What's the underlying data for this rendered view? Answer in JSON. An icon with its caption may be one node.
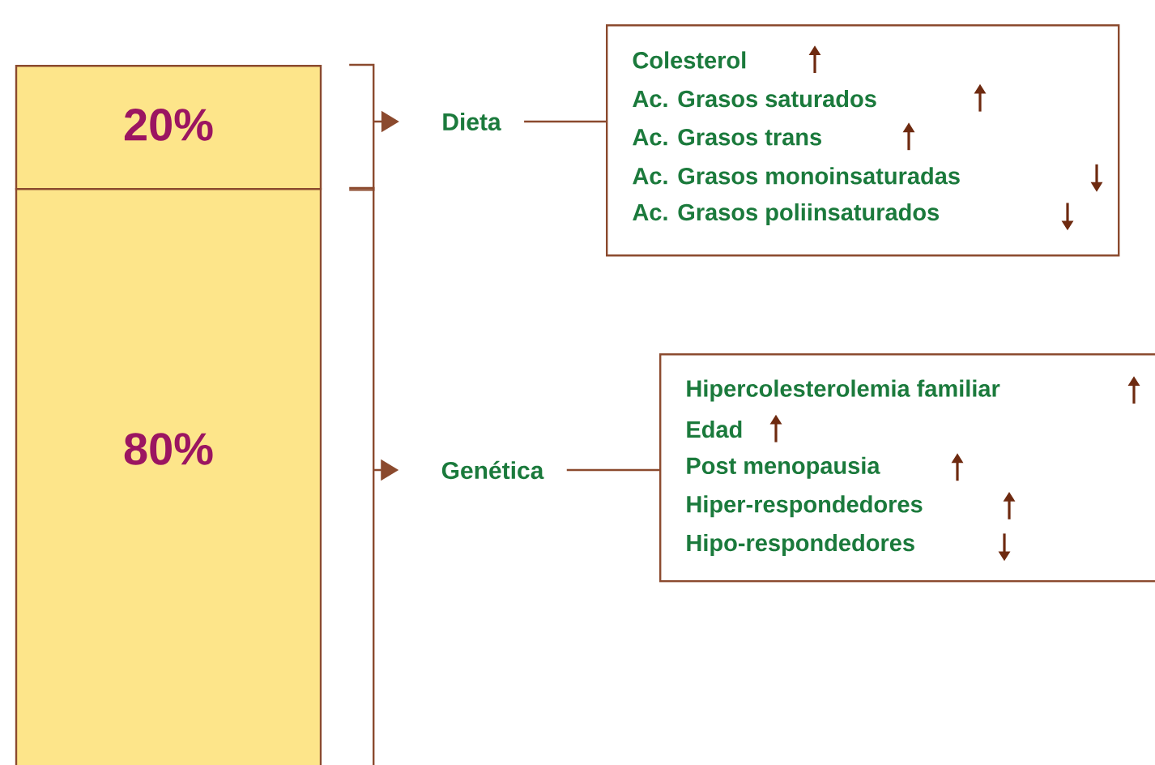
{
  "diagram": {
    "nodes": [
      {
        "text": [
          "20%"
        ]
      },
      {
        "text": [
          "80%"
        ]
      },
      {
        "text": [
          "Dieta"
        ]
      },
      {
        "text": [
          "Genética"
        ]
      },
      {
        "text": [
          "Colesterol",
          "Ac. Grasos saturados",
          "Ac. Grasos trans",
          "Ac. Grasos monoinsaturadas",
          "Ac. Grasos poliinsaturados"
        ]
      },
      {
        "text": [
          "Hipercolesterolemia familiar",
          "Edad",
          "Post menopausia",
          "Hiper-respondedores",
          "Hipo-respondedores"
        ]
      }
    ],
    "edges": [
      {
        "from": 0,
        "to": 2,
        "arrow": "to"
      },
      {
        "from": 1,
        "to": 3,
        "arrow": "to"
      },
      {
        "from": 2,
        "to": 4,
        "arrow": "none"
      },
      {
        "from": 3,
        "to": 5,
        "arrow": "none"
      }
    ]
  }
}
